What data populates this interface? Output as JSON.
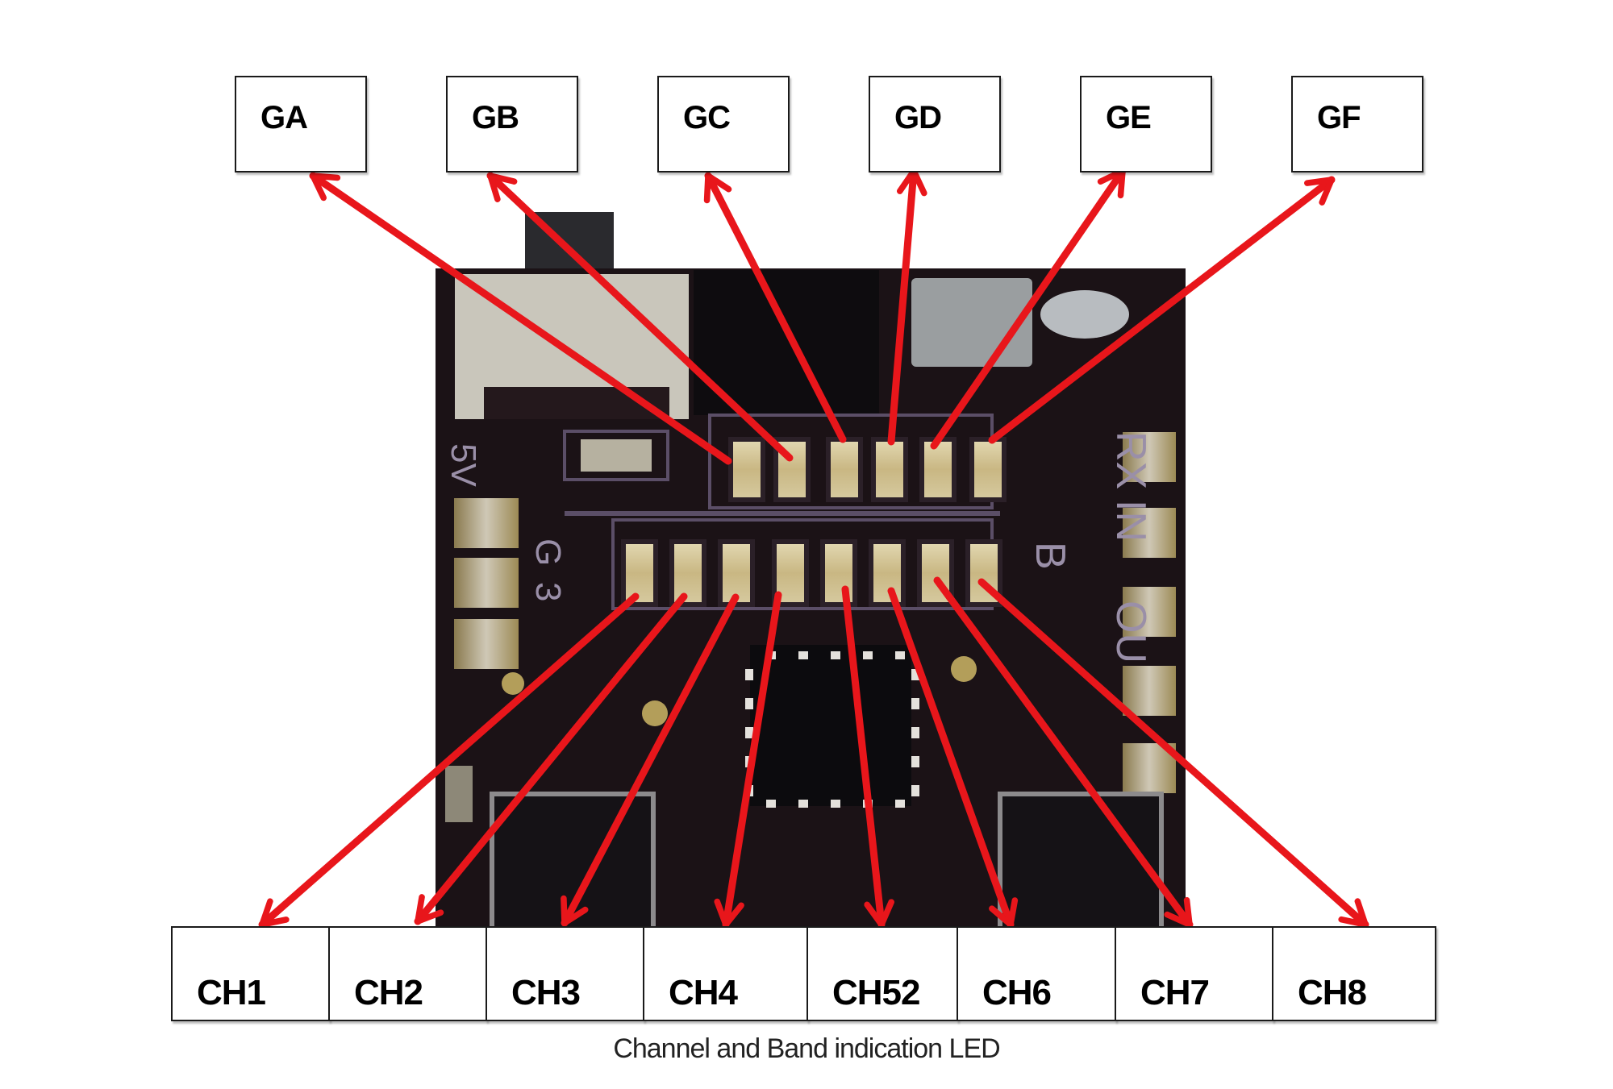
{
  "figure": {
    "caption": "Channel and Band indication LED",
    "arrow_color": "#e8161b",
    "board_color": "#1b1216"
  },
  "group_labels": [
    {
      "id": "GA",
      "label": "GA"
    },
    {
      "id": "GB",
      "label": "GB"
    },
    {
      "id": "GC",
      "label": "GC"
    },
    {
      "id": "GD",
      "label": "GD"
    },
    {
      "id": "GE",
      "label": "GE"
    },
    {
      "id": "GF",
      "label": "GF"
    }
  ],
  "channel_labels": [
    {
      "id": "CH1",
      "label": "CH1"
    },
    {
      "id": "CH2",
      "label": "CH2"
    },
    {
      "id": "CH3",
      "label": "CH3"
    },
    {
      "id": "CH4",
      "label": "CH4"
    },
    {
      "id": "CH5",
      "label": "CH52"
    },
    {
      "id": "CH6",
      "label": "CH6"
    },
    {
      "id": "CH7",
      "label": "CH7"
    },
    {
      "id": "CH8",
      "label": "CH8"
    }
  ],
  "pcb_silkscreen": {
    "top_right": "RX",
    "right_mid": "IN",
    "right_lower": "OU",
    "left_top": "5V",
    "left_mid": "G",
    "left_lower": "3",
    "led_row_end": "B"
  },
  "led_rows": {
    "group_leds": 6,
    "channel_leds": 8
  }
}
